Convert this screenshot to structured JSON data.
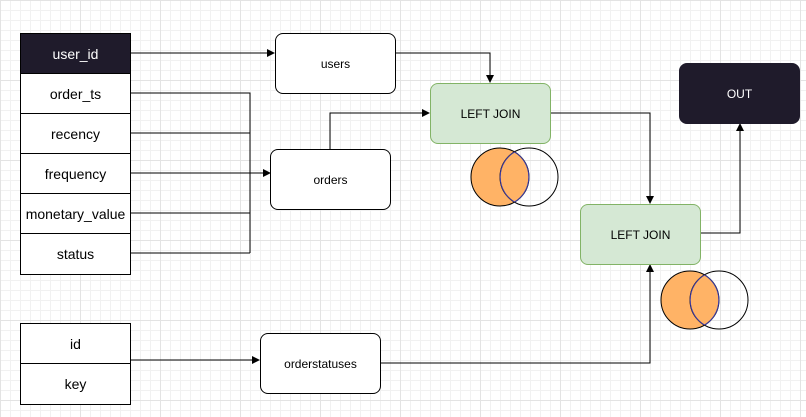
{
  "tables": {
    "users_table": {
      "columns": [
        "user_id",
        "order_ts",
        "recency",
        "frequency",
        "monetary_value",
        "status"
      ]
    },
    "statuses_table": {
      "columns": [
        "id",
        "key"
      ]
    }
  },
  "nodes": {
    "users": "users",
    "orders": "orders",
    "orderstatuses": "orderstatuses",
    "join1": "LEFT JOIN",
    "join2": "LEFT JOIN",
    "out": "OUT"
  },
  "colors": {
    "dark": "#1f1b2b",
    "join_fill": "#d5e8d4",
    "join_border": "#82b366",
    "venn_left": "#ffb366",
    "venn_right_border": "#3b3ba8"
  }
}
